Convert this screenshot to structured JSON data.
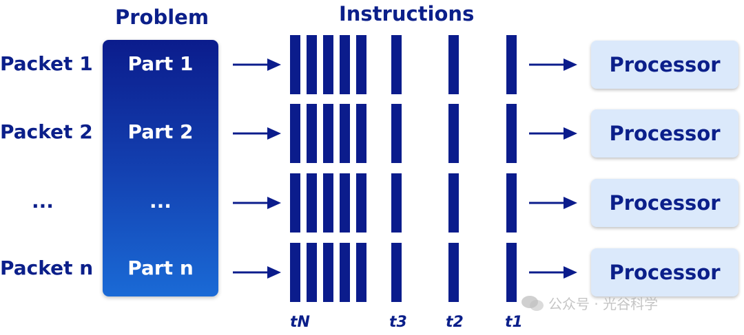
{
  "headings": {
    "problem": "Problem",
    "instructions": "Instructions"
  },
  "packets": [
    "Packet 1",
    "Packet 2",
    "...",
    "Packet n"
  ],
  "parts": [
    "Part 1",
    "Part 2",
    "...",
    "Part n"
  ],
  "processors": [
    "Processor",
    "Processor",
    "Processor",
    "Processor"
  ],
  "time_labels": {
    "tN": "tN",
    "t3": "t3",
    "t2": "t2",
    "t1": "t1"
  },
  "watermark": "公众号 · 光谷科学",
  "colors": {
    "primary": "#0b1c8c",
    "processor_fill": "#dbe9fb",
    "gradient_top": "#0b1c8c",
    "gradient_bottom": "#1a6ad6"
  }
}
